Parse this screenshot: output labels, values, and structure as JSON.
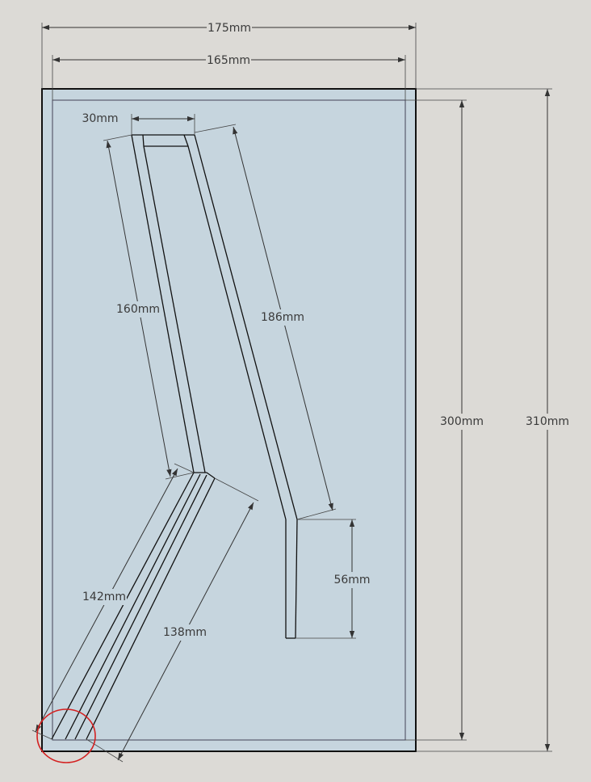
{
  "dimensions": {
    "outer_width": "175mm",
    "inner_width": "165mm",
    "inner_height": "300mm",
    "outer_height": "310mm",
    "slot_width": "30mm",
    "upper_left_length": "160mm",
    "upper_right_length": "186mm",
    "lower_left_length": "142mm",
    "lower_right_length": "138mm",
    "vertical_slot_length": "56mm"
  },
  "colors": {
    "background": "#dcdad6",
    "panel_fill": "#c6d5de",
    "outline": "#111111",
    "highlight_circle": "#d42020"
  }
}
